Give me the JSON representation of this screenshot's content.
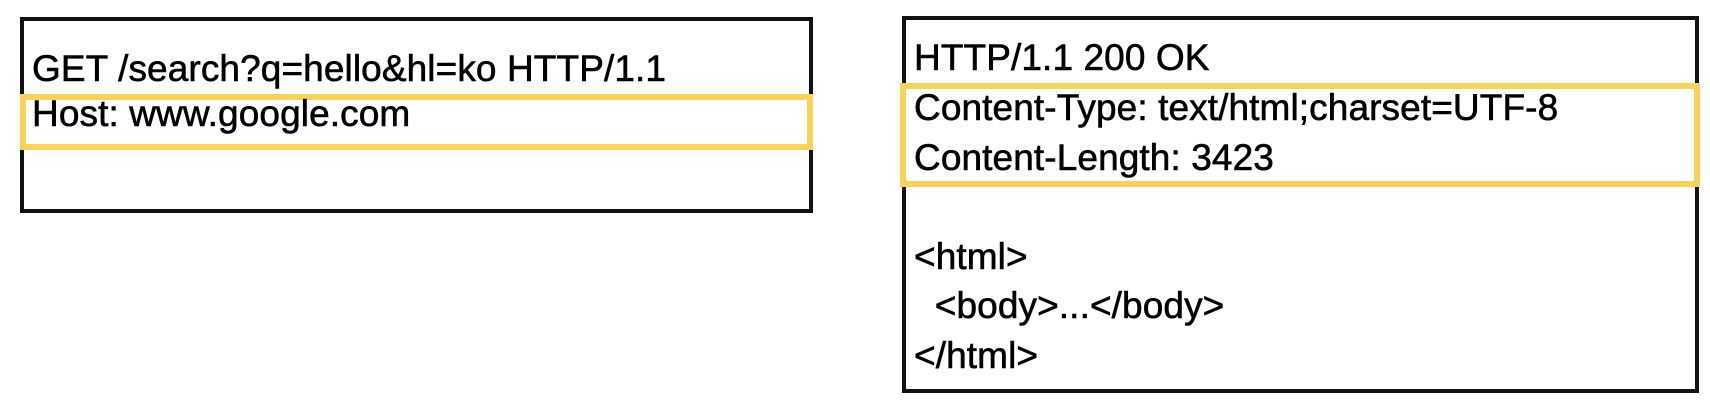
{
  "request": {
    "start_line": "GET /search?q=hello&hl=ko HTTP/1.1",
    "headers": [
      "Host: www.google.com"
    ]
  },
  "response": {
    "status_line": "HTTP/1.1 200 OK",
    "headers": [
      "Content-Type: text/html;charset=UTF-8",
      "Content-Length: 3423"
    ],
    "body": [
      "<html>",
      "  <body>...</body>",
      "</html>"
    ]
  },
  "colors": {
    "highlight": "#f7d35a",
    "border": "#111111"
  }
}
